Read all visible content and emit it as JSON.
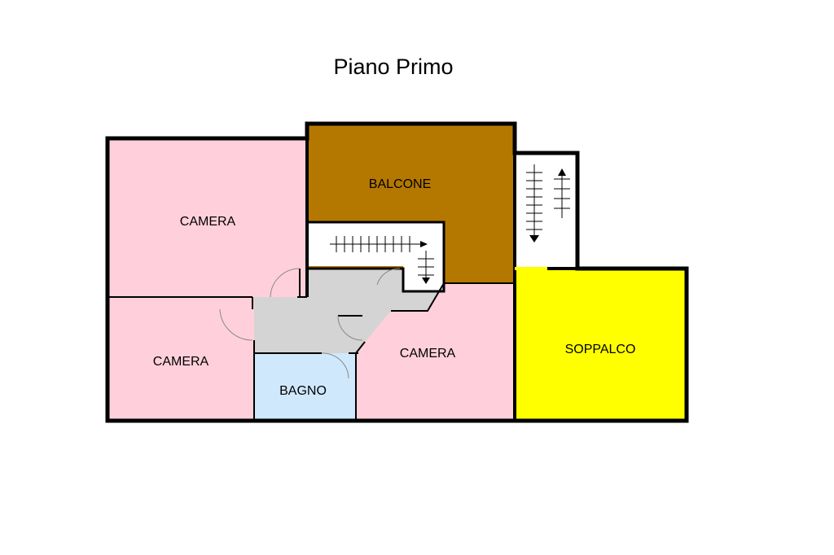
{
  "title": "Piano Primo",
  "rooms": [
    {
      "id": "camera-top-left",
      "label": "CAMERA",
      "color": "#ffd0dc"
    },
    {
      "id": "balcone",
      "label": "BALCONE",
      "color": "#b47800"
    },
    {
      "id": "camera-bottom-left",
      "label": "CAMERA",
      "color": "#ffd0dc"
    },
    {
      "id": "bagno",
      "label": "BAGNO",
      "color": "#d0e8fc"
    },
    {
      "id": "camera-center",
      "label": "CAMERA",
      "color": "#ffd0dc"
    },
    {
      "id": "soppalco",
      "label": "SOPPALCO",
      "color": "#ffff00"
    },
    {
      "id": "corridoio",
      "label": "",
      "color": "#d4d4d4"
    }
  ],
  "colors": {
    "wall": "#000000",
    "stair": "#ffffff"
  }
}
